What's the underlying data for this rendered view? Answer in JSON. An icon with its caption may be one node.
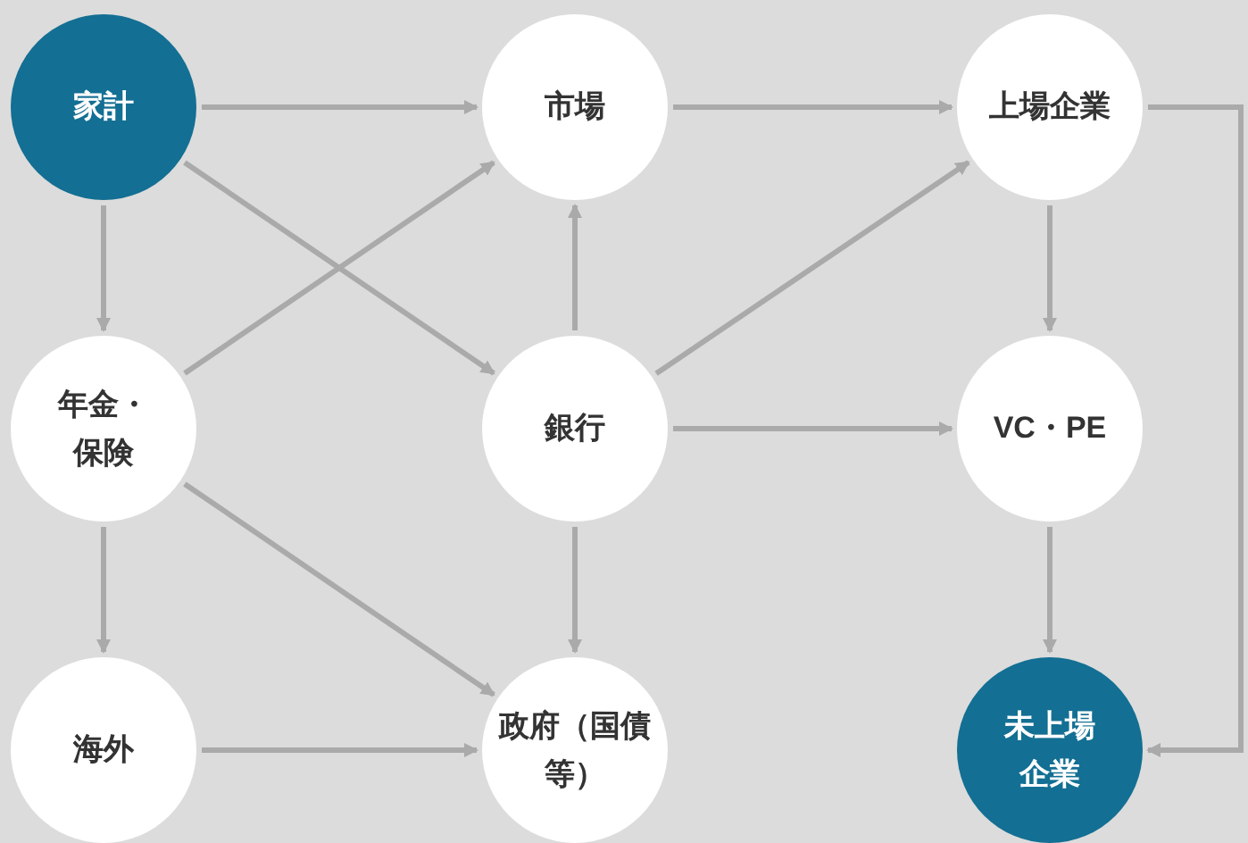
{
  "diagram": {
    "nodes": [
      {
        "text": [
          "家計"
        ]
      },
      {
        "text": [
          "市場"
        ]
      },
      {
        "text": [
          "上場企業"
        ]
      },
      {
        "text": [
          "年金・保険"
        ]
      },
      {
        "text": [
          "銀行"
        ]
      },
      {
        "text": [
          "VC・PE"
        ]
      },
      {
        "text": [
          "海外"
        ]
      },
      {
        "text": [
          "政府（国債等）"
        ]
      },
      {
        "text": [
          "未上場企業"
        ]
      }
    ],
    "edges": [
      {
        "from": 0,
        "to": 1,
        "arrow": "to"
      },
      {
        "from": 0,
        "to": 3,
        "arrow": "to"
      },
      {
        "from": 0,
        "to": 4,
        "arrow": "to"
      },
      {
        "from": 3,
        "to": 1,
        "arrow": "to"
      },
      {
        "from": 3,
        "to": 6,
        "arrow": "to"
      },
      {
        "from": 3,
        "to": 7,
        "arrow": "to"
      },
      {
        "from": 1,
        "to": 2,
        "arrow": "to"
      },
      {
        "from": 4,
        "to": 1,
        "arrow": "to"
      },
      {
        "from": 4,
        "to": 2,
        "arrow": "to"
      },
      {
        "from": 4,
        "to": 5,
        "arrow": "to"
      },
      {
        "from": 4,
        "to": 7,
        "arrow": "to"
      },
      {
        "from": 2,
        "to": 5,
        "arrow": "to"
      },
      {
        "from": 2,
        "to": 8,
        "arrow": "to"
      },
      {
        "from": 5,
        "to": 8,
        "arrow": "to"
      },
      {
        "from": 6,
        "to": 7,
        "arrow": "to"
      }
    ]
  }
}
